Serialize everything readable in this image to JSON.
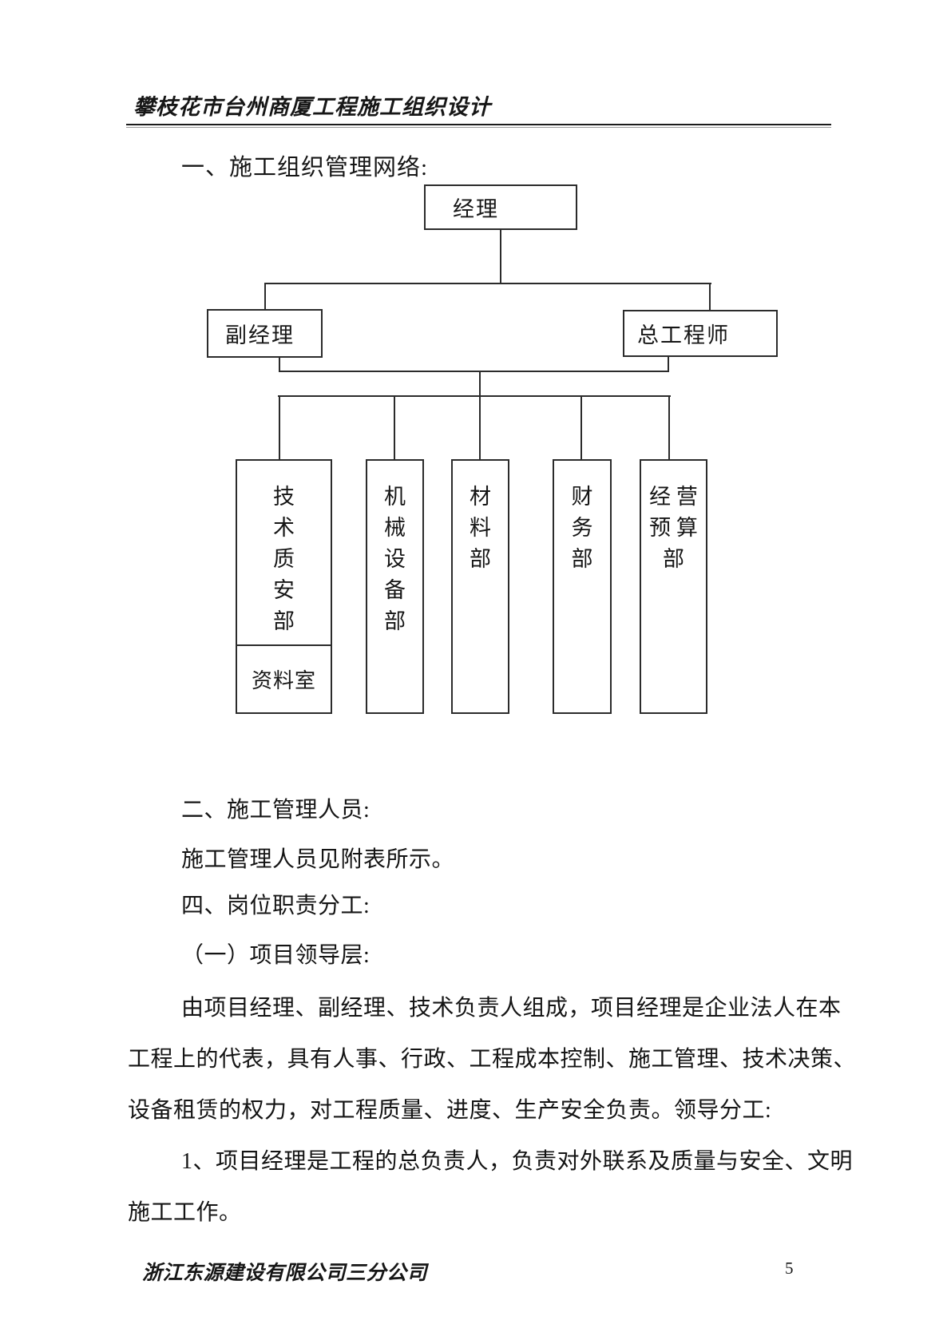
{
  "header": {
    "title": "攀枝花市台州商厦工程施工组织设计"
  },
  "section": {
    "title": "一、施工组织管理网络:"
  },
  "org_chart": {
    "manager": "经理",
    "deputy_manager": "副经理",
    "chief_engineer": "总工程师",
    "departments": [
      {
        "name": "技术质安部",
        "label": "技\n术\n质\n安\n部",
        "sub_room": "资料室"
      },
      {
        "name": "机械设备部",
        "label": "机\n械\n设\n备\n部"
      },
      {
        "name": "材料部",
        "label": "材\n料\n部"
      },
      {
        "name": "财务部",
        "label": "财\n务\n部"
      },
      {
        "name": "经营预算部",
        "label": "经 营\n预 算\n部"
      }
    ]
  },
  "body": {
    "lines": [
      {
        "text": "二、施工管理人员:"
      },
      {
        "text": "施工管理人员见附表所示。"
      },
      {
        "text": "四、岗位职责分工:"
      },
      {
        "text": "（一）项目领导层:"
      },
      {
        "text": "由项目经理、副经理、技术负责人组成，项目经理是企业法人在本"
      },
      {
        "text": "工程上的代表，具有人事、行政、工程成本控制、施工管理、技术决策、"
      },
      {
        "text": "设备租赁的权力，对工程质量、进度、生产安全负责。领导分工:"
      },
      {
        "text": "1、项目经理是工程的总负责人，负责对外联系及质量与安全、文明"
      },
      {
        "text": "施工工作。"
      }
    ]
  },
  "footer": {
    "company": "浙江东源建设有限公司三分公司",
    "page_number": "5"
  }
}
